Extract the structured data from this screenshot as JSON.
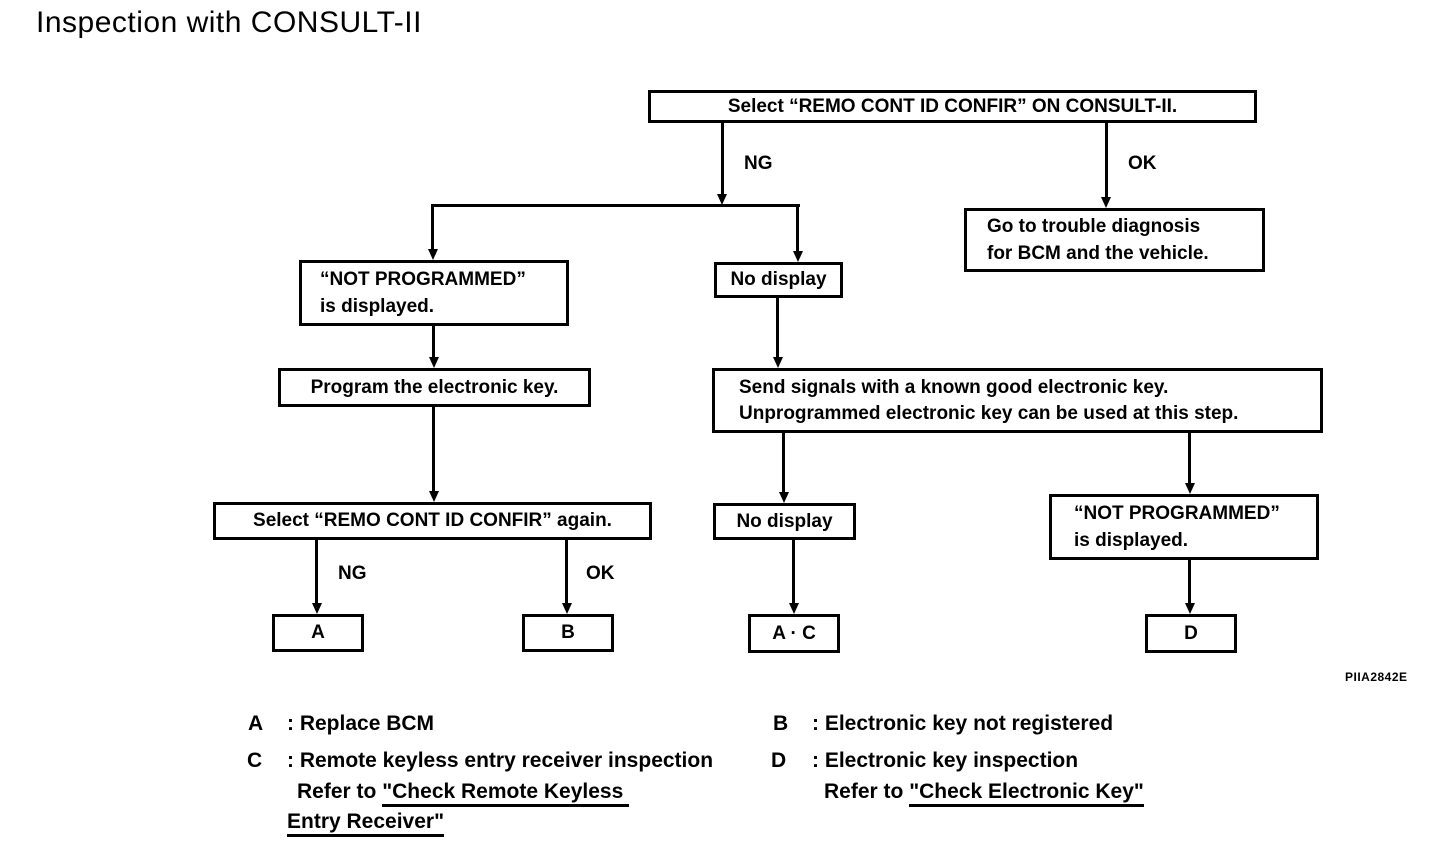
{
  "title": "Inspection with CONSULT-II",
  "figure_id": "PIIA2842E",
  "boxes": {
    "select_consult": {
      "line1": "Select “REMO CONT ID CONFIR” ON CONSULT-II."
    },
    "go_trouble": {
      "line1": "Go to trouble diagnosis",
      "line2": "for BCM and the vehicle."
    },
    "not_programmed_left": {
      "line1": "“NOT PROGRAMMED”",
      "line2": "is displayed."
    },
    "no_display_1": {
      "line1": "No display"
    },
    "program_key": {
      "line1": "Program the electronic key."
    },
    "send_signals": {
      "line1": "Send signals with a known good electronic key.",
      "line2": "Unprogrammed electronic key can be used at this step."
    },
    "select_again": {
      "line1": "Select “REMO CONT ID CONFIR” again."
    },
    "no_display_2": {
      "line1": "No display"
    },
    "not_programmed_right": {
      "line1": "“NOT PROGRAMMED”",
      "line2": "is displayed."
    },
    "result_a": {
      "line1": "A"
    },
    "result_b": {
      "line1": "B"
    },
    "result_ac": {
      "line1": "A · C"
    },
    "result_d": {
      "line1": "D"
    }
  },
  "edge_labels": {
    "ng_top": "NG",
    "ok_top": "OK",
    "ng_again": "NG",
    "ok_again": "OK"
  },
  "legend": {
    "a_key": "A",
    "a_text": ": Replace BCM",
    "b_key": "B",
    "b_text": ": Electronic key not registered",
    "c_key": "C",
    "c_text": ": Remote keyless entry receiver inspection",
    "c_refer_prefix": "Refer to ",
    "c_link_line1": "\"Check Remote Keyless ",
    "c_link_line2": "Entry Receiver\"",
    "d_key": "D",
    "d_text": ": Electronic key inspection",
    "d_refer_prefix": "Refer to ",
    "d_link": "\"Check Electronic Key\""
  }
}
